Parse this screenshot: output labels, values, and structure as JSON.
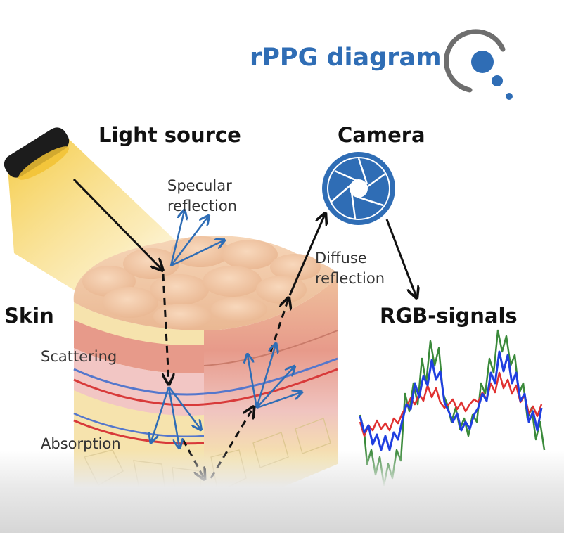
{
  "title": "rPPG diagram",
  "labels": {
    "light_source": "Light source",
    "camera": "Camera",
    "skin": "Skin",
    "rgb_signals": "RGB-signals",
    "specular_line1": "Specular",
    "specular_line2": "reflection",
    "diffuse_line1": "Diffuse",
    "diffuse_line2": "reflection",
    "scattering": "Scattering",
    "absorption": "Absorption"
  },
  "icons": [
    "logo-icon",
    "light-source-icon",
    "camera-aperture-icon"
  ],
  "colors": {
    "brand_blue": "#2f6db5",
    "light_beam": "#f6d25a",
    "skin_top": "#f2caa6",
    "dermis": "#e79a8a",
    "fat": "#f6e3ad",
    "vein_blue": "#5577cc",
    "artery_red": "#d83a3a",
    "signal_red": "#e03030",
    "signal_green": "#3a8a3a",
    "signal_blue": "#1f3fe0"
  }
}
